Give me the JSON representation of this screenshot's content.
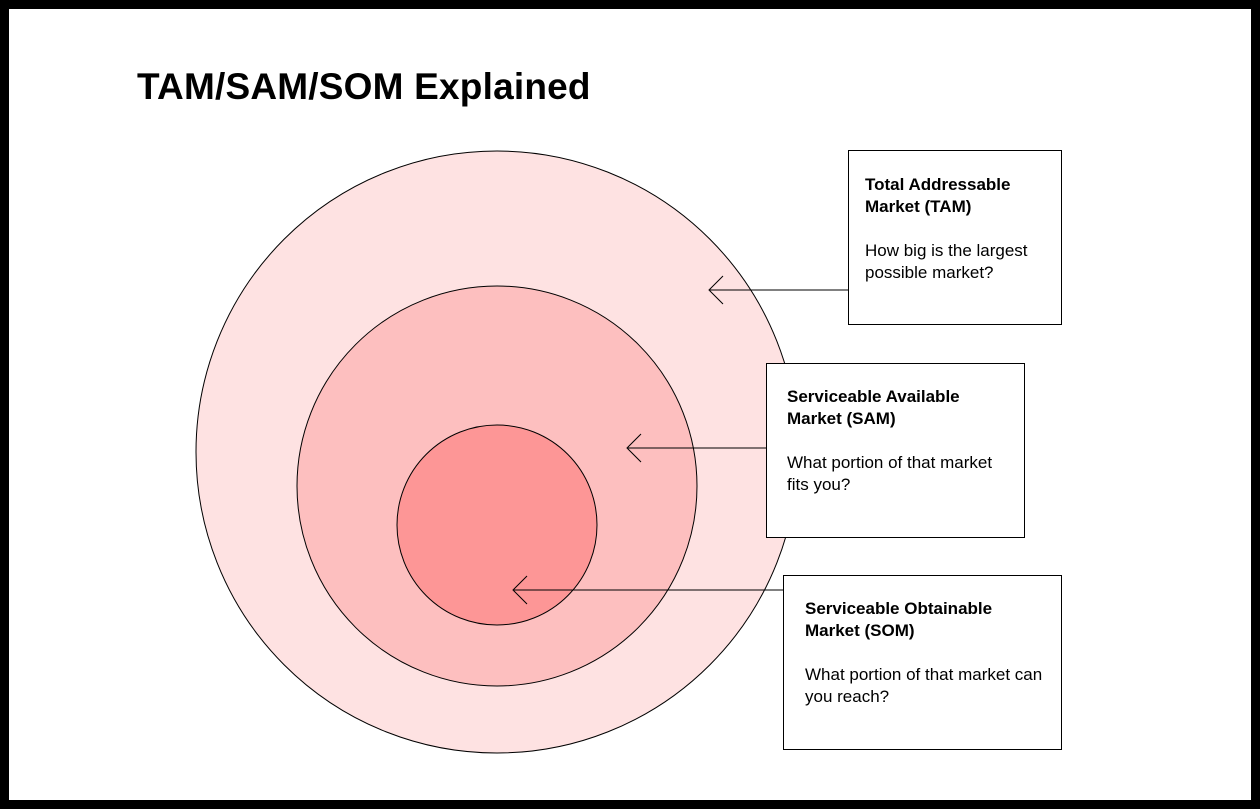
{
  "title": "TAM/SAM/SOM Explained",
  "colors": {
    "tam_fill": "#fee2e2",
    "sam_fill": "#fdbfbf",
    "som_fill": "#fd9696",
    "stroke": "#000000",
    "border": "#000000"
  },
  "segments": [
    {
      "id": "tam",
      "heading": "Total Addressable Market (TAM)",
      "question": "How big is the largest possible market?"
    },
    {
      "id": "sam",
      "heading": "Serviceable Available Market (SAM)",
      "question": "What portion of that market fits you?"
    },
    {
      "id": "som",
      "heading": "Serviceable Obtainable Market (SOM)",
      "question": "What portion of that market can you reach?"
    }
  ]
}
